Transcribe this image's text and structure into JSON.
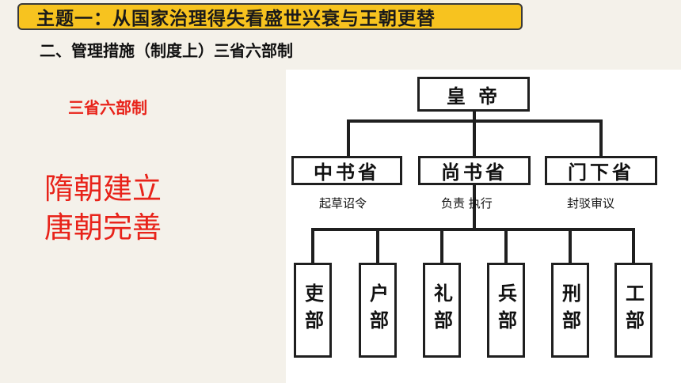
{
  "header": {
    "topic": "主题一：从国家治理得失看盛世兴衰与王朝更替",
    "subtitle": "二、管理措施（制度上）三省六部制"
  },
  "left": {
    "label": "三省六部制",
    "line1": "隋朝建立",
    "line2": "唐朝完善"
  },
  "diagram": {
    "emperor": "皇 帝",
    "provinces": [
      {
        "name": "中书省",
        "role": "起草诏令"
      },
      {
        "name": "尚书省",
        "role": "负责  执行"
      },
      {
        "name": "门下省",
        "role": "封驳审议"
      }
    ],
    "ministries": [
      "吏部",
      "户部",
      "礼部",
      "兵部",
      "刑部",
      "工部"
    ]
  },
  "colors": {
    "accent_title_bg": "#f7c31f",
    "emphasis_red": "#e8231a",
    "background": "#f4f1ea"
  }
}
